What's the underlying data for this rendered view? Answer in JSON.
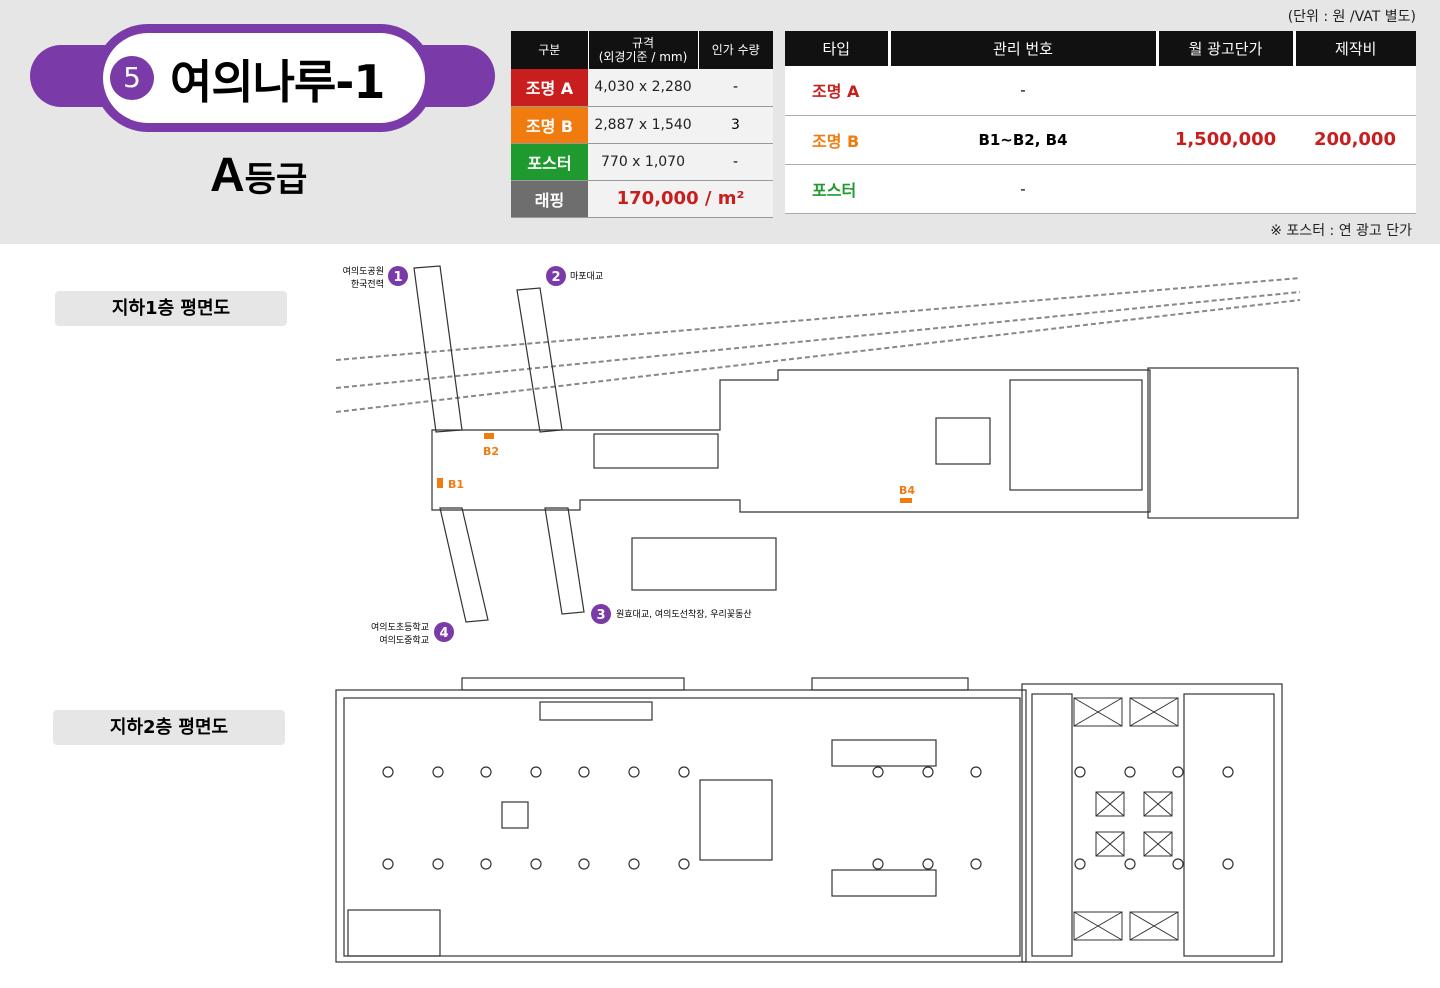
{
  "unit_note": "(단위 : 원 /VAT 별도)",
  "poster_note": "※ 포스터 : 연 광고 단가",
  "station": {
    "number": "5",
    "name": "여의나루-1",
    "grade_letter": "A",
    "grade_suffix": "등급"
  },
  "spec_table": {
    "headers": [
      "구분",
      "규격",
      "(외경기준 / mm)",
      "인가 수량"
    ],
    "rows": [
      {
        "type": "조명 A",
        "size": "4,030 x 2,280",
        "qty": "-"
      },
      {
        "type": "조명 B",
        "size": "2,887 x 1,540",
        "qty": "3"
      },
      {
        "type": "포스터",
        "size": "770 x 1,070",
        "qty": "-"
      }
    ],
    "wrapping": {
      "type": "래핑",
      "price": "170,000 / m²"
    }
  },
  "price_table": {
    "headers": [
      "타입",
      "관리 번호",
      "월 광고단가",
      "제작비"
    ],
    "rows": [
      {
        "type": "조명 A",
        "code": "-",
        "monthly": "",
        "production": ""
      },
      {
        "type": "조명 B",
        "code": "B1~B2, B4",
        "monthly": "1,500,000",
        "production": "200,000"
      },
      {
        "type": "포스터",
        "code": "-",
        "monthly": "",
        "production": ""
      }
    ]
  },
  "floors": {
    "b1_label": "지하1층 평면도",
    "b2_label": "지하2층 평면도"
  },
  "exits": [
    {
      "num": "1",
      "label1": "여의도공원",
      "label2": "한국전력"
    },
    {
      "num": "2",
      "label1": "마포대교",
      "label2": ""
    },
    {
      "num": "3",
      "label1": "원효대교, 여의도선착장, 우리꽃동산",
      "label2": ""
    },
    {
      "num": "4",
      "label1": "여의도초등학교",
      "label2": "여의도중학교"
    }
  ],
  "ad_markers": [
    "B1",
    "B2",
    "B4"
  ],
  "colors": {
    "purple": "#7a3aa8",
    "red": "#c81e1e",
    "orange": "#f07c10",
    "green": "#1f9a2e",
    "gray": "#6e6e6e"
  }
}
